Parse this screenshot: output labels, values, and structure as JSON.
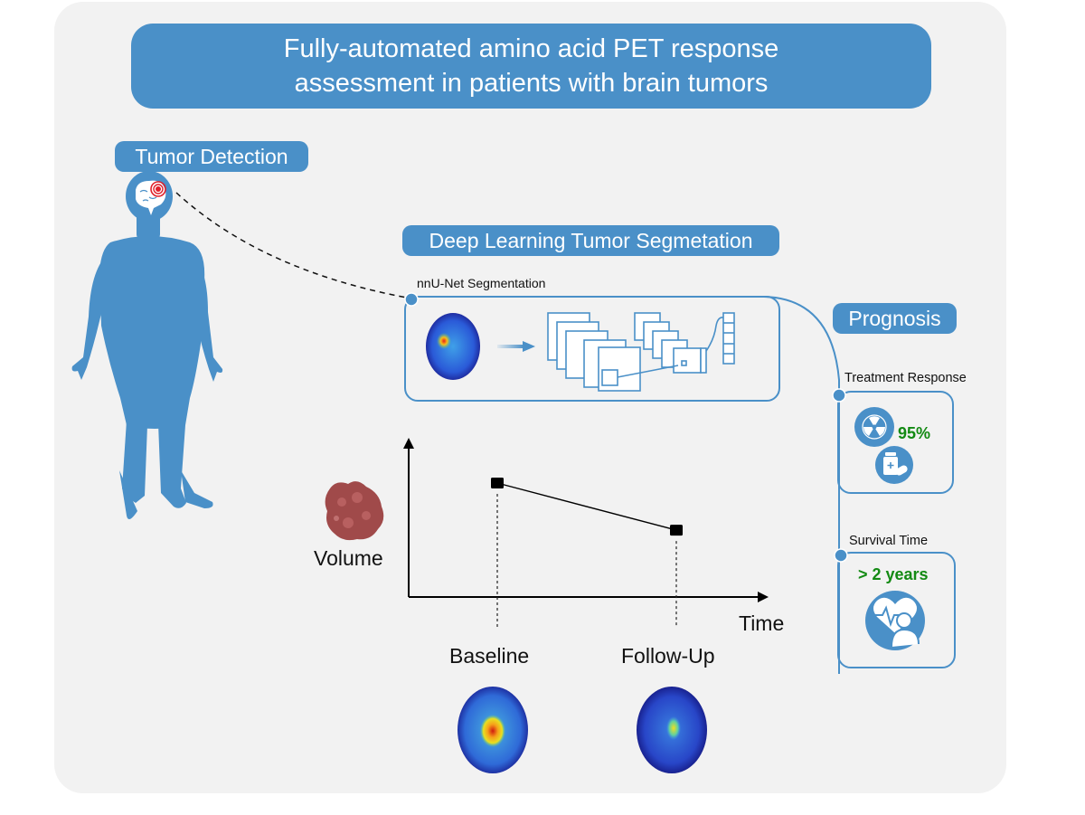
{
  "title": {
    "line1": "Fully-automated amino acid PET response",
    "line2": "assessment in patients with brain tumors"
  },
  "sections": {
    "tumor_detection": "Tumor Detection",
    "segmentation": "Deep Learning Tumor Segmetation",
    "prognosis": "Prognosis"
  },
  "segmentation_box": {
    "label": "nnU-Net Segmentation"
  },
  "prognosis_items": {
    "treatment_response": {
      "label": "Treatment Response",
      "value": "95%"
    },
    "survival_time": {
      "label": "Survival Time",
      "value": "> 2 years"
    }
  },
  "chart_data": {
    "type": "line",
    "title": "",
    "xlabel": "Time",
    "ylabel": "Volume",
    "categories": [
      "Baseline",
      "Follow-Up"
    ],
    "series": [
      {
        "name": "Tumor volume",
        "values": [
          0.75,
          0.44
        ]
      }
    ],
    "ylim": [
      0,
      1
    ],
    "grid": false,
    "legend": "none"
  },
  "colors": {
    "brand": "#4a90c8",
    "panel": "#f2f2f2",
    "success": "#138a13",
    "tumor": "#a04a4a",
    "target": "#e0202a"
  },
  "icons": {
    "human": "human-body-icon",
    "brain": "brain-icon",
    "target": "tumor-target-icon",
    "radiation": "radiation-icon",
    "medication": "medication-icon",
    "heart_patient": "heart-patient-icon",
    "tumor_mass": "tumor-mass-icon"
  }
}
